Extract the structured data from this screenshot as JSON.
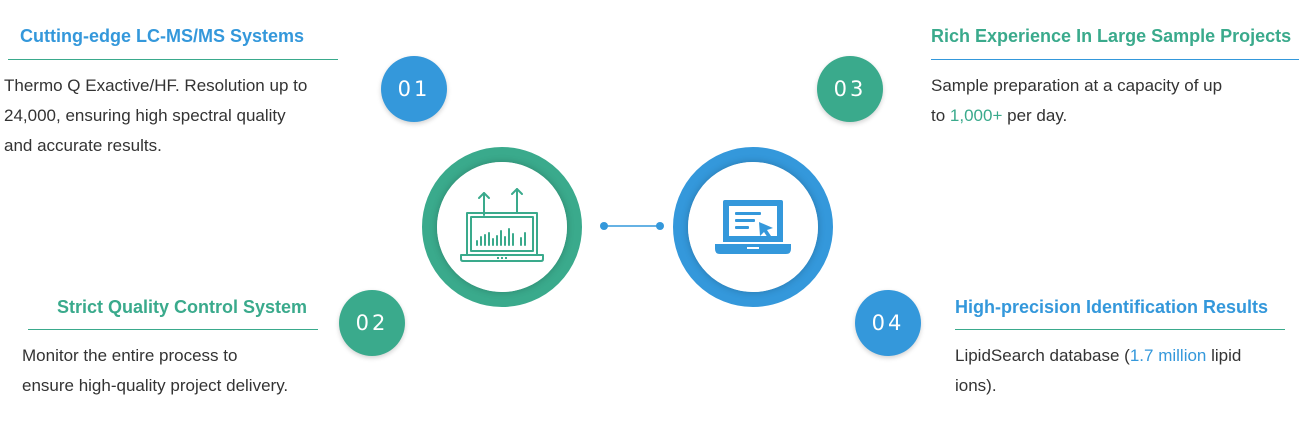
{
  "colors": {
    "blue": "#3498db",
    "teal": "#3aaa8c",
    "text": "#333333"
  },
  "features": [
    {
      "number": "01",
      "title": "Cutting-edge LC-MS/MS Systems",
      "lines": [
        "Thermo Q Exactive/HF. Resolution up to",
        "24,000, ensuring high spectral quality",
        "and accurate results."
      ]
    },
    {
      "number": "02",
      "title": "Strict Quality Control System",
      "lines": [
        "Monitor the entire process to",
        "ensure high-quality project delivery."
      ]
    },
    {
      "number": "03",
      "title": "Rich Experience In Large Sample Projects",
      "line1": "Sample preparation at a capacity of up",
      "line2_pre": "to ",
      "line2_highlight": "1,000+",
      "line2_post": " per day."
    },
    {
      "number": "04",
      "title": "High-precision Identification Results",
      "line1_pre": "LipidSearch database (",
      "line1_highlight": "1.7 million",
      "line1_post": " lipid",
      "line2": "ions)."
    }
  ],
  "icons": {
    "left": "laptop-chart-icon",
    "right": "laptop-cursor-icon"
  }
}
